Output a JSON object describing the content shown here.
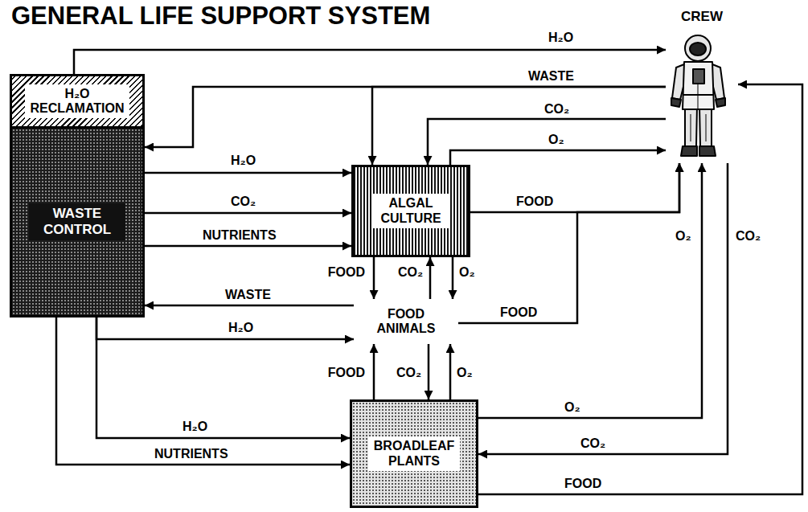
{
  "diagram": {
    "title": "GENERAL LIFE SUPPORT SYSTEM",
    "nodes": [
      {
        "text": [
          "H₂O RECLAMATION"
        ]
      },
      {
        "text": [
          "WASTE CONTROL"
        ]
      },
      {
        "text": [
          "ALGAL CULTURE"
        ]
      },
      {
        "text": [
          "FOOD ANIMALS"
        ]
      },
      {
        "text": [
          "BROADLEAF PLANTS"
        ]
      },
      {
        "text": [
          "CREW"
        ]
      }
    ],
    "edges": [
      {
        "from": 0,
        "to": 5,
        "arrow": "to",
        "label": "H₂O"
      },
      {
        "from": 5,
        "to": 1,
        "arrow": "to",
        "label": "WASTE"
      },
      {
        "from": 5,
        "to": 2,
        "arrow": "to"
      },
      {
        "from": 5,
        "to": 2,
        "arrow": "to",
        "label": "CO₂"
      },
      {
        "from": 2,
        "to": 5,
        "arrow": "to",
        "label": "O₂"
      },
      {
        "from": 1,
        "to": 2,
        "arrow": "to",
        "label": "H₂O"
      },
      {
        "from": 1,
        "to": 2,
        "arrow": "to",
        "label": "CO₂"
      },
      {
        "from": 1,
        "to": 2,
        "arrow": "to",
        "label": "NUTRIENTS"
      },
      {
        "from": 2,
        "to": 5,
        "arrow": "to",
        "label": "FOOD"
      },
      {
        "from": 2,
        "to": 3,
        "arrow": "to",
        "label": "FOOD"
      },
      {
        "from": 3,
        "to": 2,
        "arrow": "to",
        "label": "CO₂"
      },
      {
        "from": 2,
        "to": 3,
        "arrow": "to",
        "label": "O₂"
      },
      {
        "from": 3,
        "to": 1,
        "arrow": "to",
        "label": "WASTE"
      },
      {
        "from": 1,
        "to": 3,
        "arrow": "to",
        "label": "H₂O"
      },
      {
        "from": 3,
        "to": 5,
        "arrow": "to",
        "label": "FOOD"
      },
      {
        "from": 1,
        "to": 4,
        "arrow": "to",
        "label": "H₂O"
      },
      {
        "from": 1,
        "to": 4,
        "arrow": "to",
        "label": "NUTRIENTS"
      },
      {
        "from": 4,
        "to": 3,
        "arrow": "to",
        "label": "FOOD"
      },
      {
        "from": 3,
        "to": 4,
        "arrow": "to",
        "label": "CO₂"
      },
      {
        "from": 4,
        "to": 3,
        "arrow": "to",
        "label": "O₂"
      },
      {
        "from": 4,
        "to": 5,
        "arrow": "to",
        "label": "O₂"
      },
      {
        "from": 5,
        "to": 4,
        "arrow": "to",
        "label": "CO₂"
      },
      {
        "from": 4,
        "to": 5,
        "arrow": "to",
        "label": "FOOD"
      }
    ],
    "labels": [
      "O₂",
      "CO₂"
    ]
  }
}
